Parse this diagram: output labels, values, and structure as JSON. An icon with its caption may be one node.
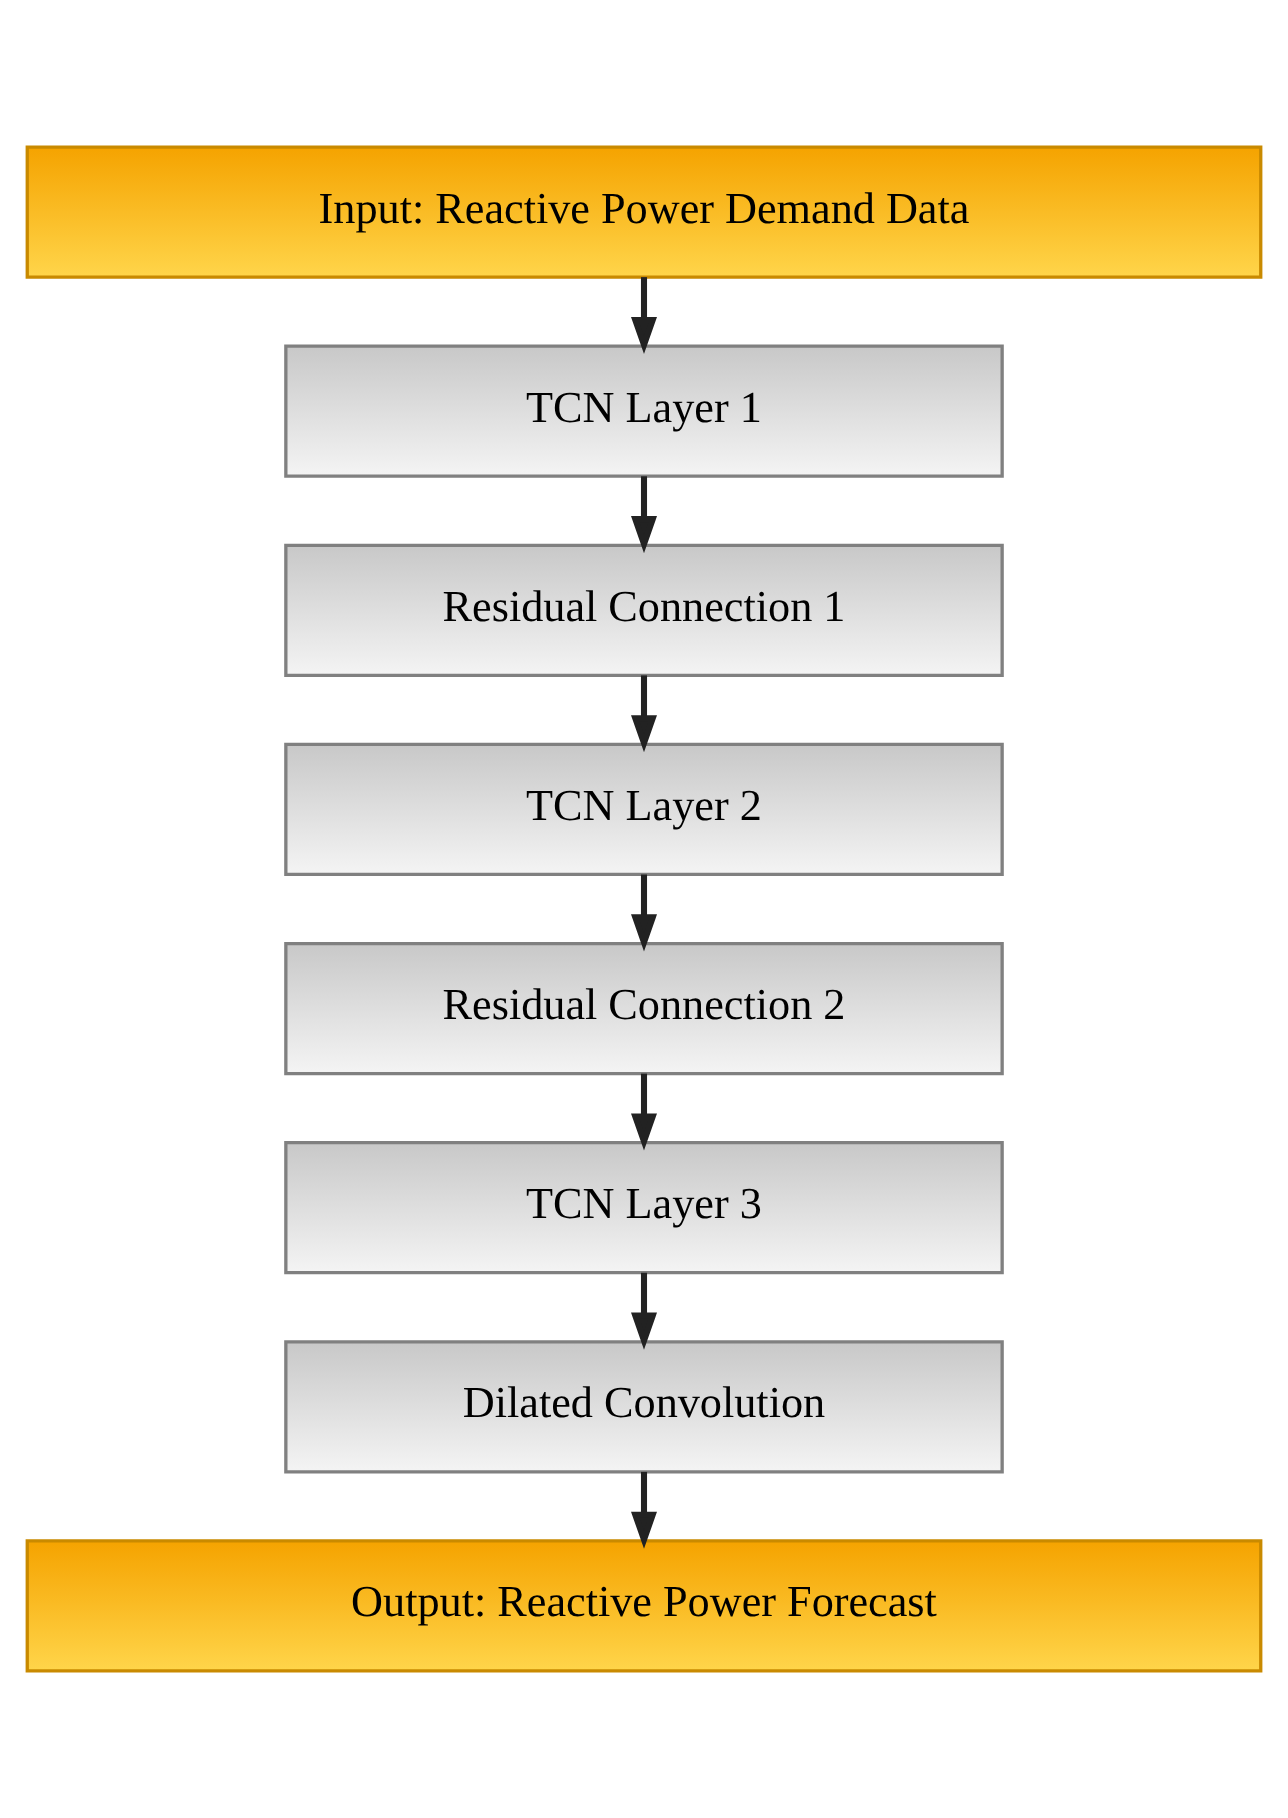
{
  "diagram": {
    "nodes": [
      {
        "text": [
          "Input: Reactive Power Demand Data"
        ]
      },
      {
        "text": [
          "TCN Layer 1"
        ]
      },
      {
        "text": [
          "Residual Connection 1"
        ]
      },
      {
        "text": [
          "TCN Layer 2"
        ]
      },
      {
        "text": [
          "Residual Connection 2"
        ]
      },
      {
        "text": [
          "TCN Layer 3"
        ]
      },
      {
        "text": [
          "Dilated Convolution"
        ]
      },
      {
        "text": [
          "Output: Reactive Power Forecast"
        ]
      }
    ],
    "edges": [
      {
        "from": 0,
        "to": 1,
        "arrow": "to"
      },
      {
        "from": 1,
        "to": 2,
        "arrow": "to"
      },
      {
        "from": 2,
        "to": 3,
        "arrow": "to"
      },
      {
        "from": 3,
        "to": 4,
        "arrow": "to"
      },
      {
        "from": 4,
        "to": 5,
        "arrow": "to"
      },
      {
        "from": 5,
        "to": 6,
        "arrow": "to"
      },
      {
        "from": 6,
        "to": 7,
        "arrow": "to"
      }
    ]
  }
}
